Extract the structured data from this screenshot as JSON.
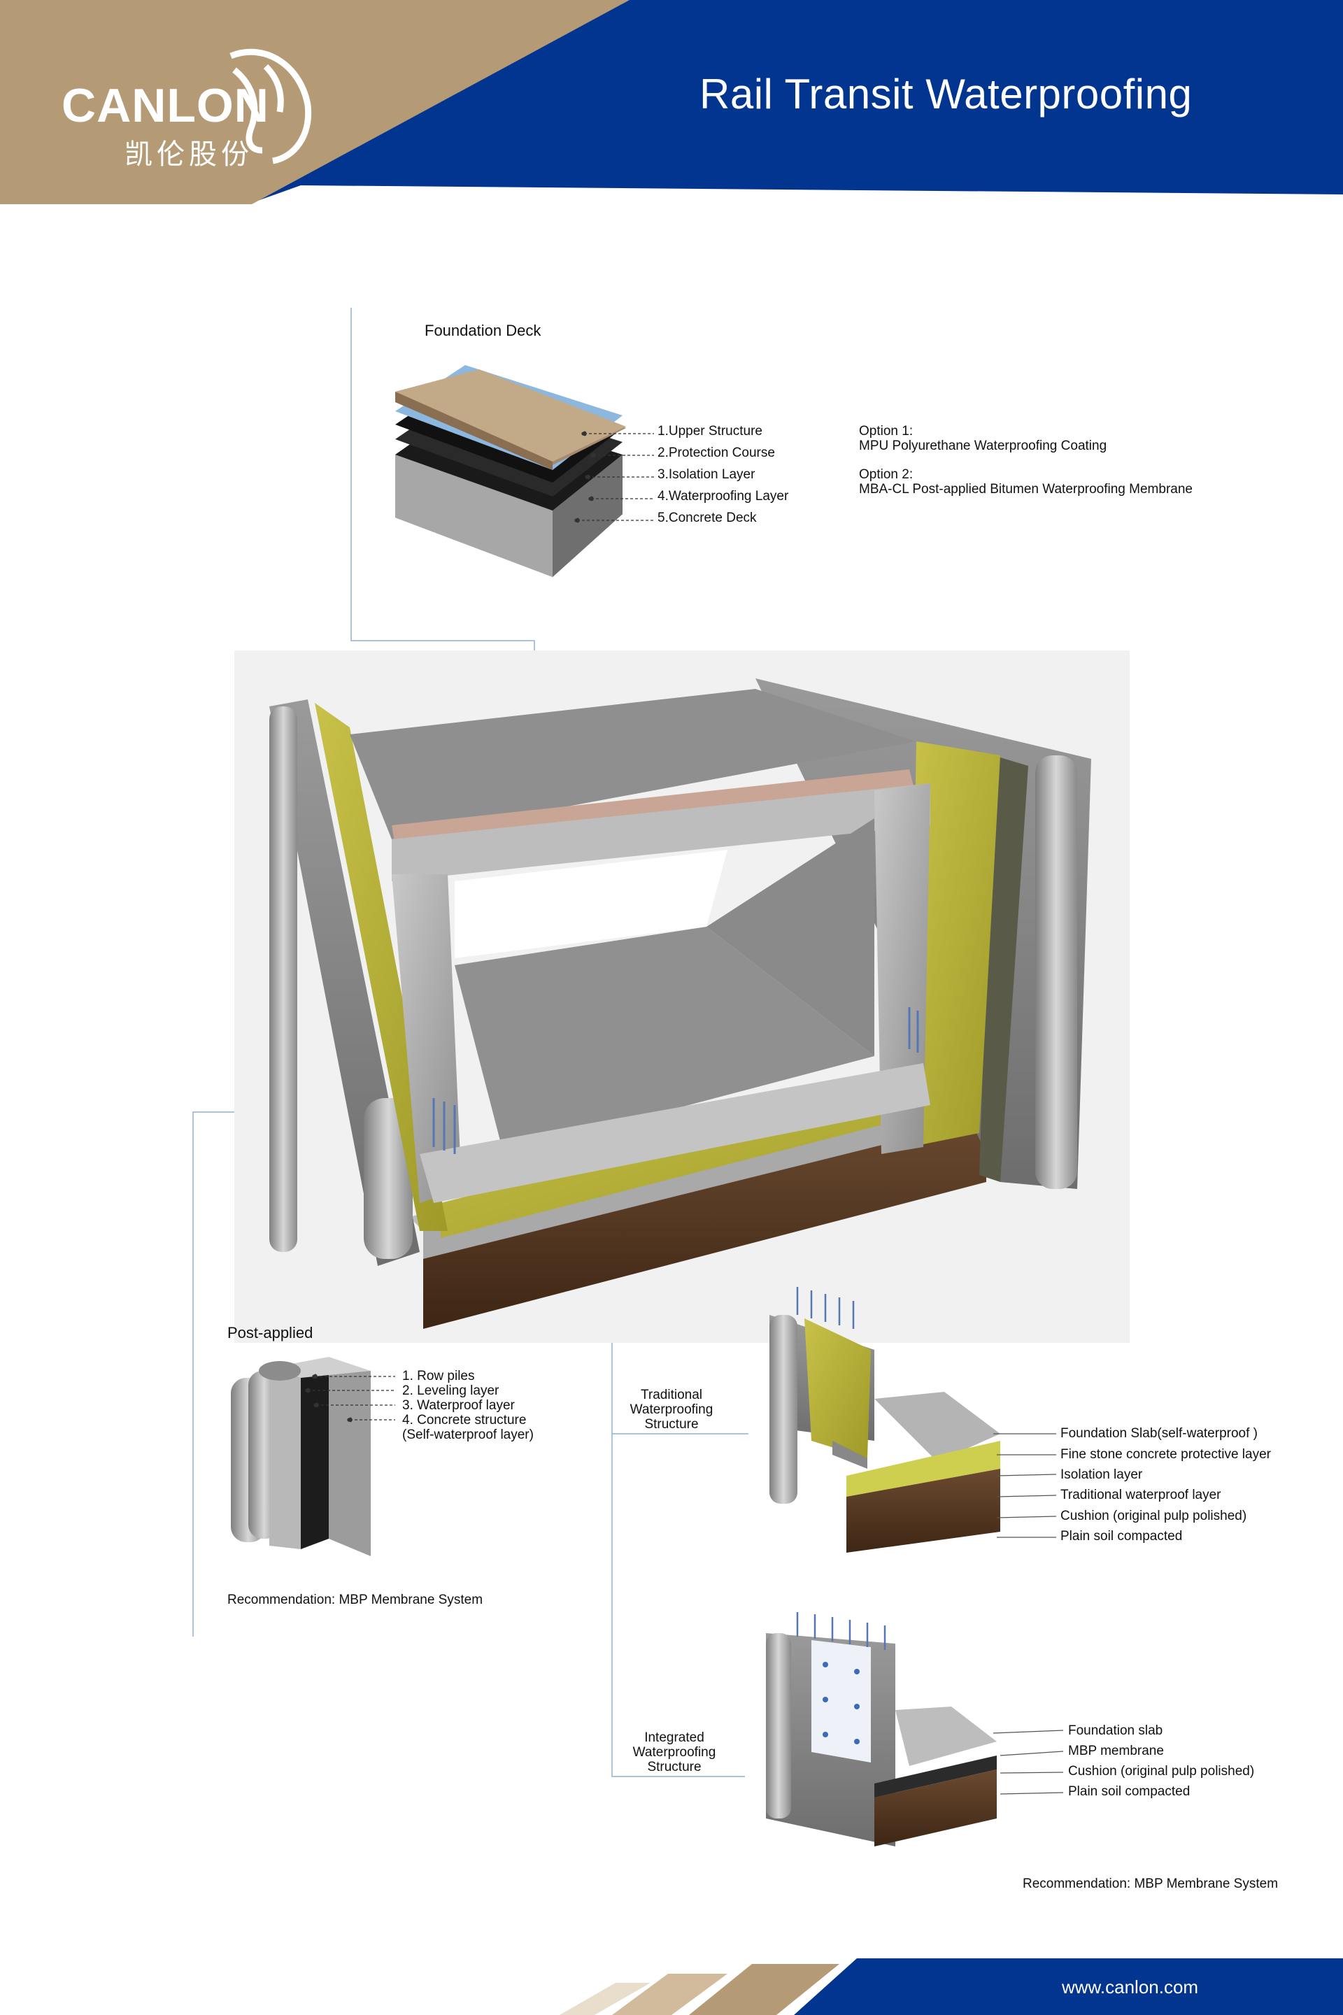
{
  "header": {
    "brand": "CANLON",
    "brand_cn": "凯伦股份",
    "title": "Rail Transit Waterproofing",
    "colors": {
      "blue": "#02358f",
      "tan": "#b59a76"
    }
  },
  "foundation_deck": {
    "title": "Foundation Deck",
    "layers": [
      "1.Upper Structure",
      "2.Protection Course",
      "3.Isolation Layer",
      "4.Waterproofing Layer",
      "5.Concrete Deck"
    ],
    "option1_title": "Option 1:",
    "option1_text": "MPU Polyurethane Waterproofing Coating",
    "option2_title": "Option 2:",
    "option2_text": "MBA-CL Post-applied Bitumen Waterproofing Membrane"
  },
  "post_applied": {
    "title": "Post-applied",
    "layers": [
      "1. Row piles",
      "2. Leveling layer",
      "3. Waterproof layer",
      "4. Concrete structure",
      "(Self-waterproof layer)"
    ],
    "recommendation": "Recommendation: MBP Membrane System"
  },
  "traditional": {
    "title_lines": [
      "Traditional",
      "Waterproofing",
      "Structure"
    ],
    "layers": [
      "Foundation Slab(self-waterproof )",
      "Fine stone concrete protective layer",
      "Isolation layer",
      "Traditional waterproof layer",
      "Cushion (original pulp polished)",
      "Plain soil compacted"
    ]
  },
  "integrated": {
    "title_lines": [
      "Integrated",
      "Waterproofing",
      "Structure"
    ],
    "layers": [
      "Foundation slab",
      "MBP membrane",
      "Cushion (original pulp polished)",
      "Plain soil compacted"
    ],
    "recommendation": "Recommendation: MBP Membrane System"
  },
  "footer": {
    "url": "www.canlon.com"
  }
}
